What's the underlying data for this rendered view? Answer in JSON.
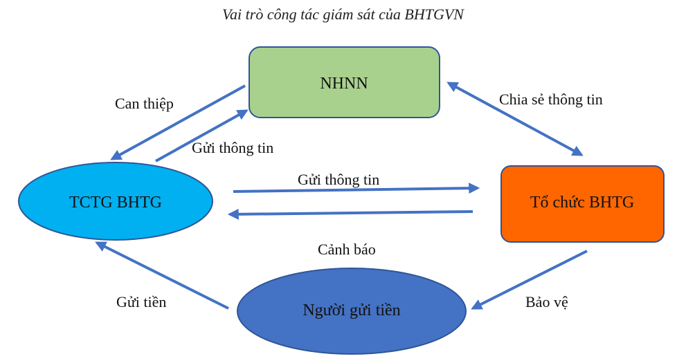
{
  "title": "Vai trò công tác giám sát của BHTGVN",
  "nodes": {
    "nhnn": "NHNN",
    "tctg": "TCTG BHTG",
    "tochuc": "Tổ chức BHTG",
    "nguoigui": "Người gửi tiền"
  },
  "edges": {
    "can_thiep": "Can thiệp",
    "gui_thong_tin_1": "Gửi thông tin",
    "gui_thong_tin_2": "Gửi thông tin",
    "chia_se": "Chia sẻ thông tin",
    "canh_bao": "Cảnh báo",
    "gui_tien": "Gửi tiền",
    "bao_ve": "Bảo vệ"
  },
  "colors": {
    "arrow": "#4472C4",
    "nhnn_fill": "#A9D18E",
    "tctg_fill": "#00B0F0",
    "tochuc_fill": "#FF6600",
    "nguoigui_fill": "#4472C4",
    "stroke": "#2F5597"
  }
}
